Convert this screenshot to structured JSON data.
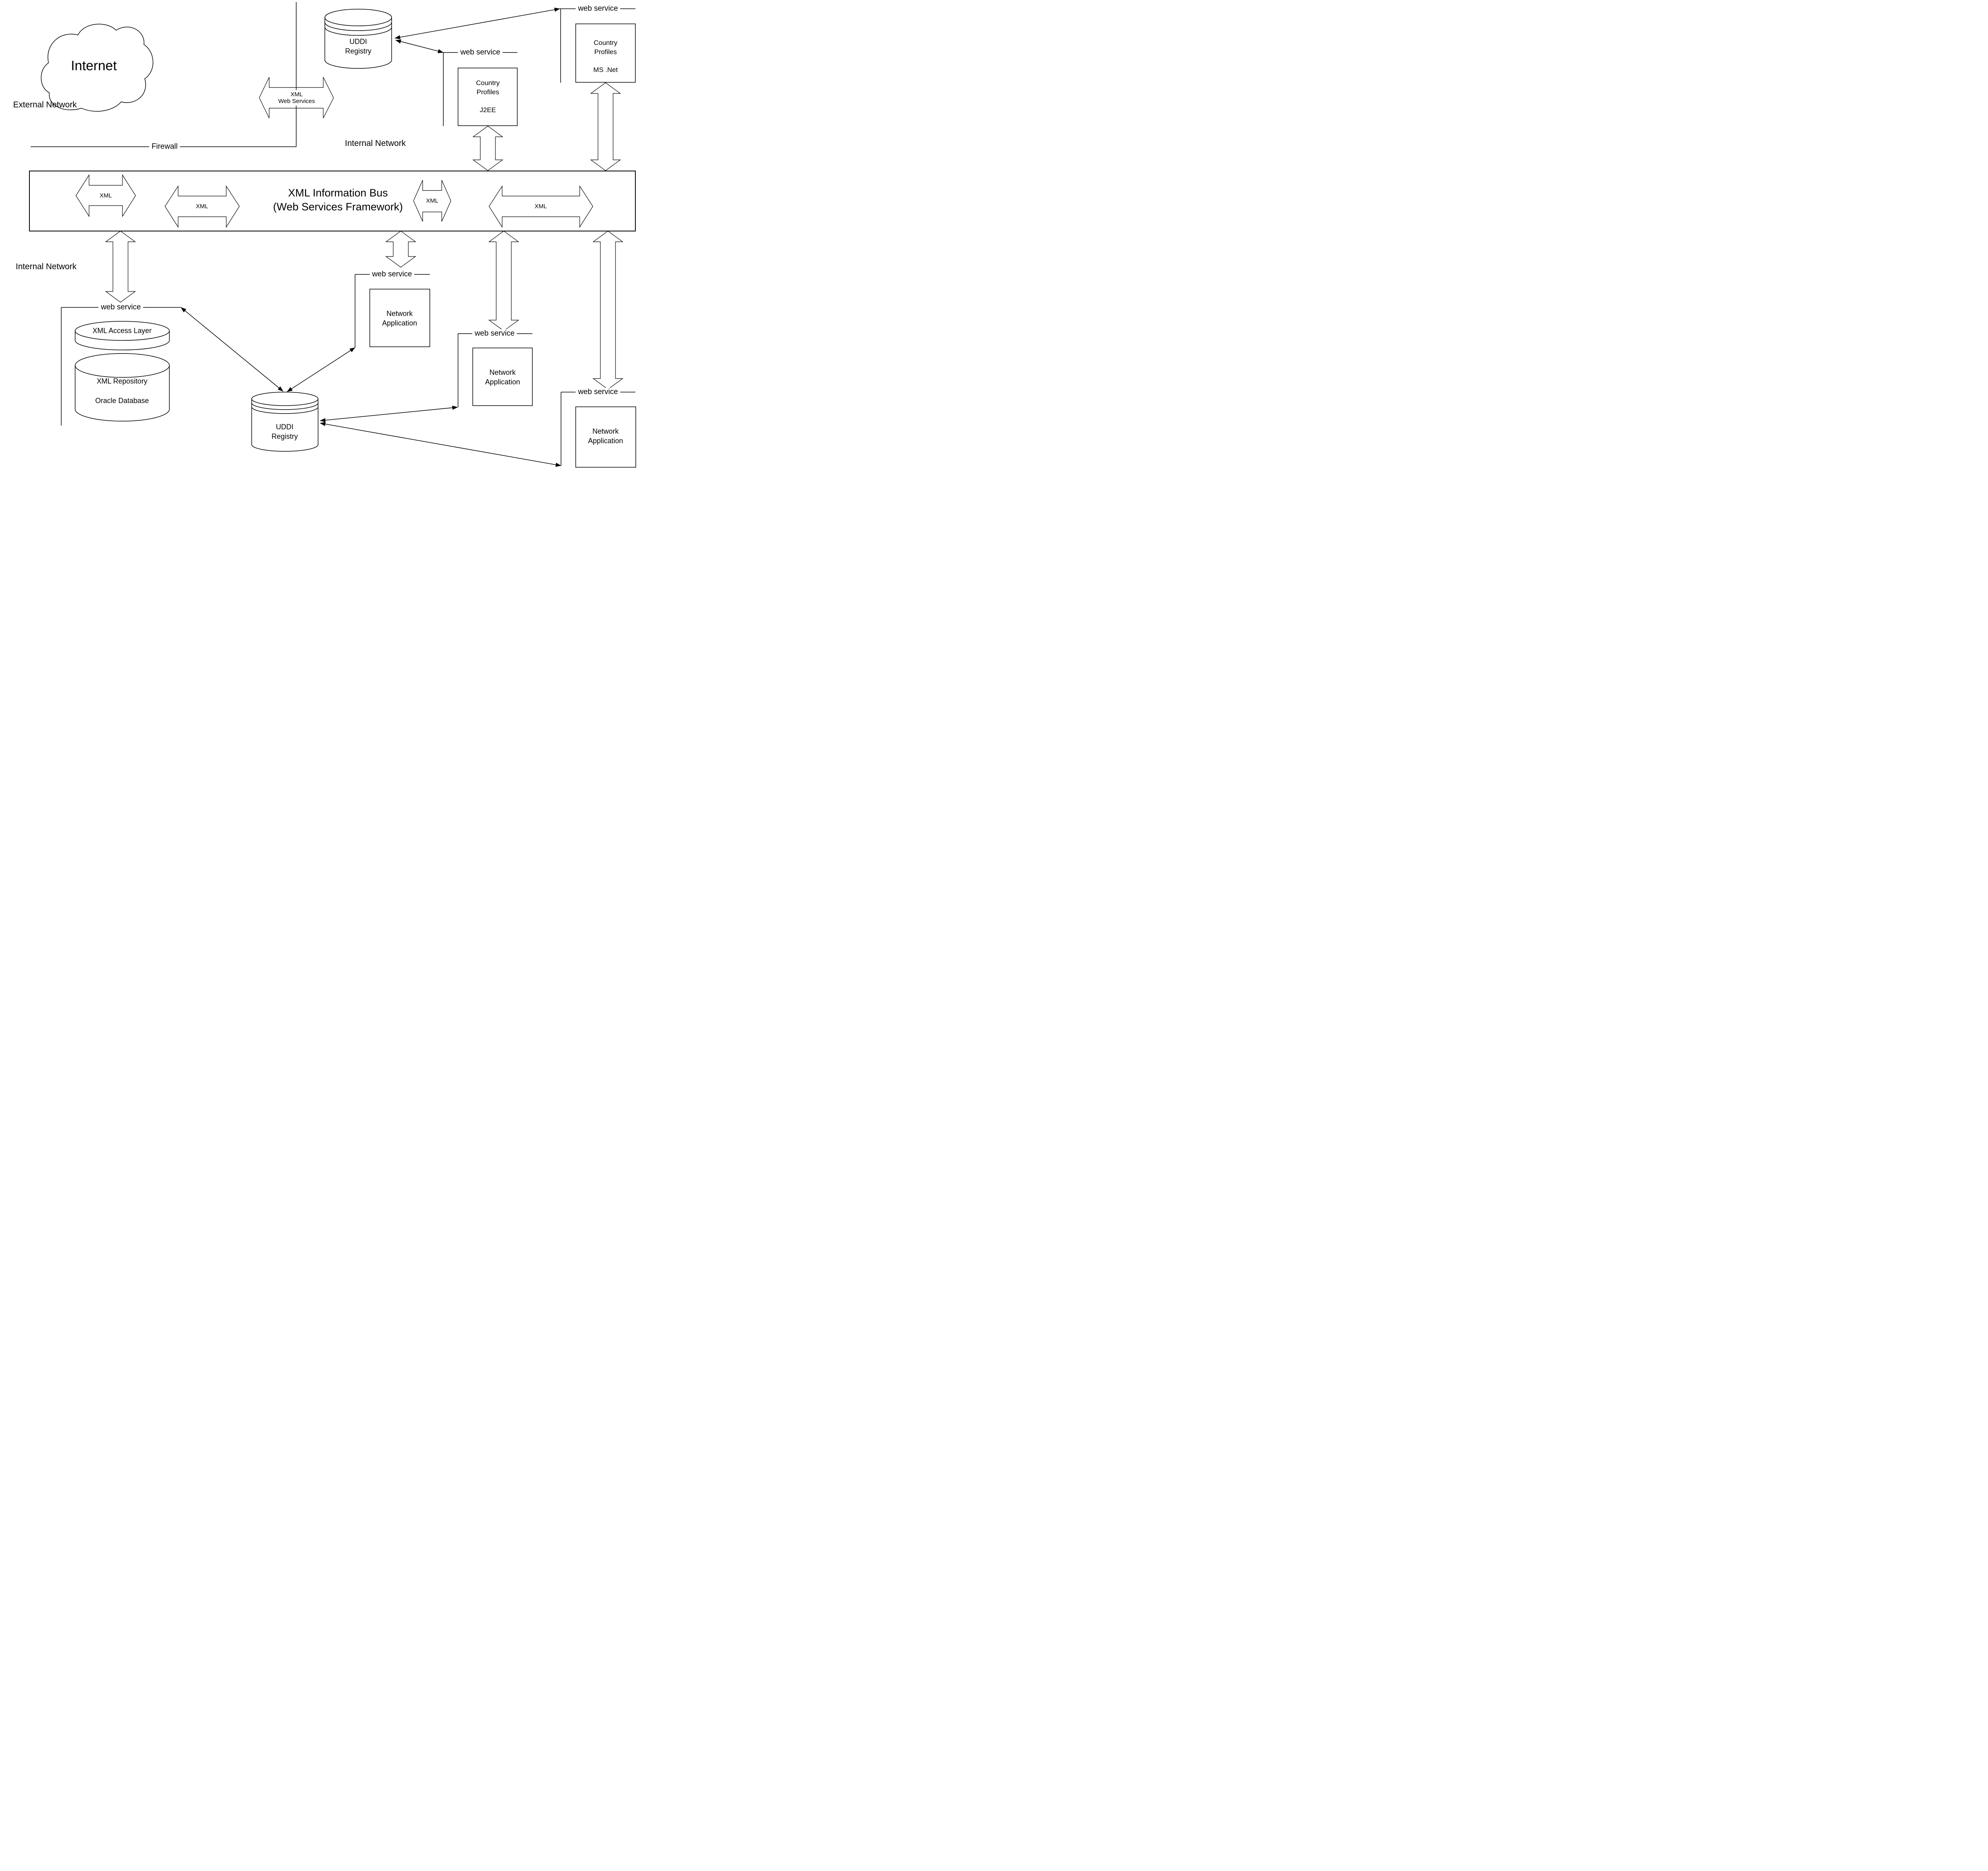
{
  "diagram": {
    "labels": {
      "web_service": "web service",
      "xml": "XML",
      "firewall": "Firewall",
      "external_network": "External Network",
      "internal_network_top": "Internal Network",
      "internal_network_left": "Internal Network"
    },
    "bus": {
      "title_line1": "XML Information Bus",
      "title_line2": "(Web Services Framework)"
    },
    "xml_web_services_arrow": {
      "line1": "XML",
      "line2": "Web Services"
    },
    "nodes": {
      "internet": {
        "label": "Internet"
      },
      "uddi_top": {
        "line1": "UDDI",
        "line2": "Registry"
      },
      "uddi_bottom": {
        "line1": "UDDI",
        "line2": "Registry"
      },
      "country_profiles_j2ee": {
        "line1": "Country",
        "line2": "Profiles",
        "line3": "J2EE"
      },
      "country_profiles_msnet": {
        "line1": "Country",
        "line2": "Profiles",
        "line3": "MS .Net"
      },
      "xml_access_layer": {
        "label": "XML Access Layer"
      },
      "xml_repository": {
        "line1": "XML Repository",
        "line2": "Oracle Database"
      },
      "network_app_1": {
        "line1": "Network",
        "line2": "Application"
      },
      "network_app_2": {
        "line1": "Network",
        "line2": "Application"
      },
      "network_app_3": {
        "line1": "Network",
        "line2": "Application"
      }
    },
    "colors": {
      "line": "#000000",
      "background": "#ffffff"
    }
  }
}
